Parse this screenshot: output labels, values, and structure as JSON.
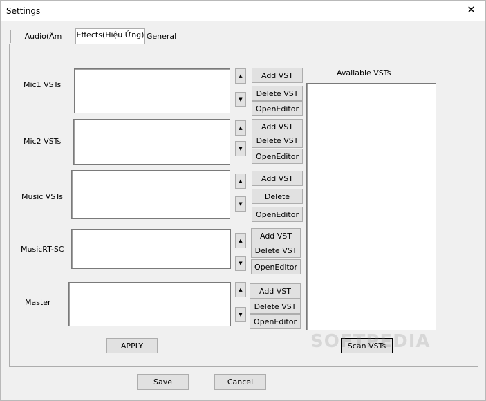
{
  "window": {
    "title": "Settings"
  },
  "tabs": [
    "Audio(Âm Thanh)",
    "Effects(Hiệu Ứng)",
    "General"
  ],
  "active_tab": "Effects(Hiệu Ứng)",
  "rows": [
    {
      "label": "Mic1 VSTs",
      "add": "Add VST",
      "delete": "Delete VST",
      "editor": "OpenEditor"
    },
    {
      "label": "Mic2 VSTs",
      "add": "Add VST",
      "delete": "Delete VST",
      "editor": "OpenEditor"
    },
    {
      "label": "Music VSTs",
      "add": "Add VST",
      "delete": "Delete",
      "editor": "OpenEditor"
    },
    {
      "label": "MusicRT-SC",
      "add": "Add VST",
      "delete": "Delete VST",
      "editor": "OpenEditor"
    },
    {
      "label": "Master",
      "add": "Add VST",
      "delete": "Delete VST",
      "editor": "OpenEditor"
    }
  ],
  "available": {
    "label": "Available VSTs",
    "scan_button": "Scan VSTs"
  },
  "apply_button": "APPLY",
  "footer": {
    "save": "Save",
    "cancel": "Cancel"
  },
  "watermark": "SOFTPEDIA",
  "icons": {
    "close": "close-icon",
    "up": "arrow-up-icon",
    "down": "arrow-down-icon"
  }
}
